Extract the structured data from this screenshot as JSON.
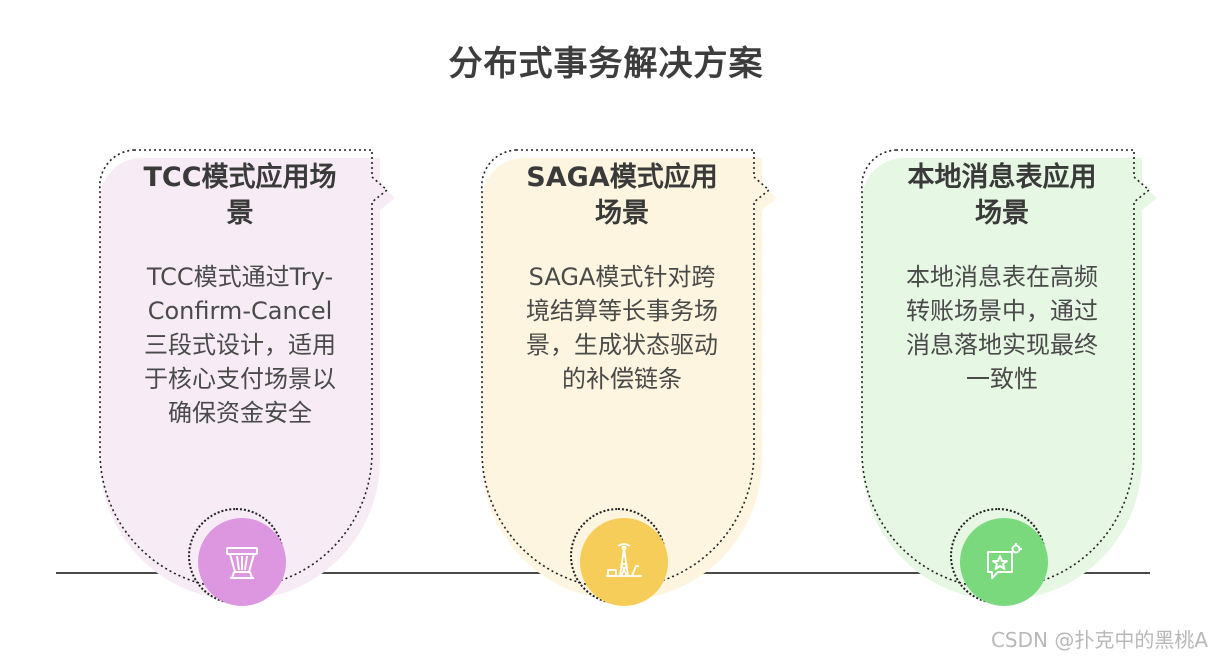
{
  "title": "分布式事务解决方案",
  "cards": [
    {
      "title_lines": [
        "TCC模式应用场",
        "景"
      ],
      "body_lines": [
        "TCC模式通过Try-",
        "Confirm-Cancel",
        "三段式设计，适用",
        "于核心支付场景以",
        "确保资金安全"
      ],
      "fill_color": "#f7ecf6",
      "marker_color": "#dc97e0",
      "icon": "basket-icon"
    },
    {
      "title_lines": [
        "SAGA模式应用",
        "场景"
      ],
      "body_lines": [
        "SAGA模式针对跨",
        "境结算等长事务场",
        "景，生成状态驱动",
        "的补偿链条"
      ],
      "fill_color": "#fdf5df",
      "marker_color": "#f6cd58",
      "icon": "oil-rig-icon"
    },
    {
      "title_lines": [
        "本地消息表应用",
        "场景"
      ],
      "body_lines": [
        "本地消息表在高频",
        "转账场景中，通过",
        "消息落地实现最终",
        "一致性"
      ],
      "fill_color": "#e6f7e4",
      "marker_color": "#7bd97d",
      "icon": "star-message-icon"
    }
  ],
  "watermark": "CSDN @扑克中的黑桃A"
}
